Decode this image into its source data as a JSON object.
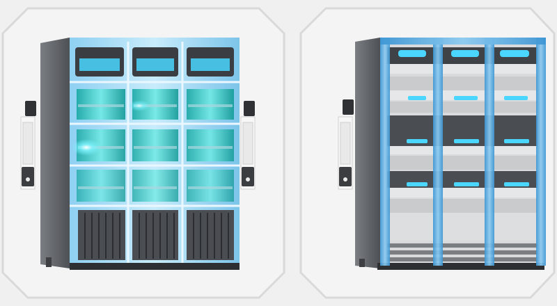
{
  "scene": {
    "panels": [
      {
        "name": "left-panel",
        "style": "glass-teal",
        "cabinet": "server-cabinet-glass"
      },
      {
        "name": "right-panel",
        "style": "blue-frame",
        "cabinet": "server-cabinet-blue"
      }
    ],
    "colors": {
      "background": "#f0f0f0",
      "panel_fill": "#f4f4f4",
      "panel_stroke": "#d9d9d9",
      "cabinet_side": "#5f6266",
      "cabinet_dark": "#3d3f42",
      "glass_blue": "#6bb6e6",
      "teal_glow": "#3fd7d0",
      "frame_blue": "#4fa6dd",
      "tray_gray": "#c9cbcd",
      "tray_light": "#e6e7e8",
      "led_cyan": "#4ad6ff"
    },
    "icons": [
      "wall-controller-icon",
      "server-rack-icon",
      "drive-bay-icon"
    ]
  }
}
